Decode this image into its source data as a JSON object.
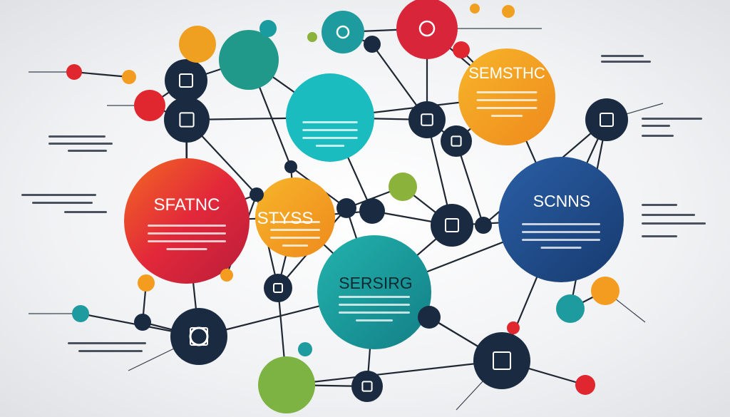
{
  "diagram": {
    "nodes": [
      {
        "id": "spatnc",
        "title": "SFATNC",
        "color": "#e23b36"
      },
      {
        "id": "styss",
        "title": "STYSS",
        "color": "#f39c1f"
      },
      {
        "id": "sersirg",
        "title": "SERSIRG",
        "color": "#1a9e9a"
      },
      {
        "id": "scnns",
        "title": "SCNNS",
        "color": "#1f4e8f"
      },
      {
        "id": "semsthc",
        "title": "SEMSTHC",
        "color": "#f59a1c"
      },
      {
        "id": "teal-top",
        "title": "",
        "color": "#1bbcbf"
      },
      {
        "id": "green-top",
        "title": "",
        "color": "#21998a"
      },
      {
        "id": "red-top",
        "title": "",
        "color": "#d8253a"
      },
      {
        "id": "green-bottom",
        "title": "",
        "color": "#7cb342"
      }
    ],
    "colors": {
      "dark": "#1a2a40",
      "line": "#1f2733",
      "background": "#f1f2f4"
    }
  }
}
